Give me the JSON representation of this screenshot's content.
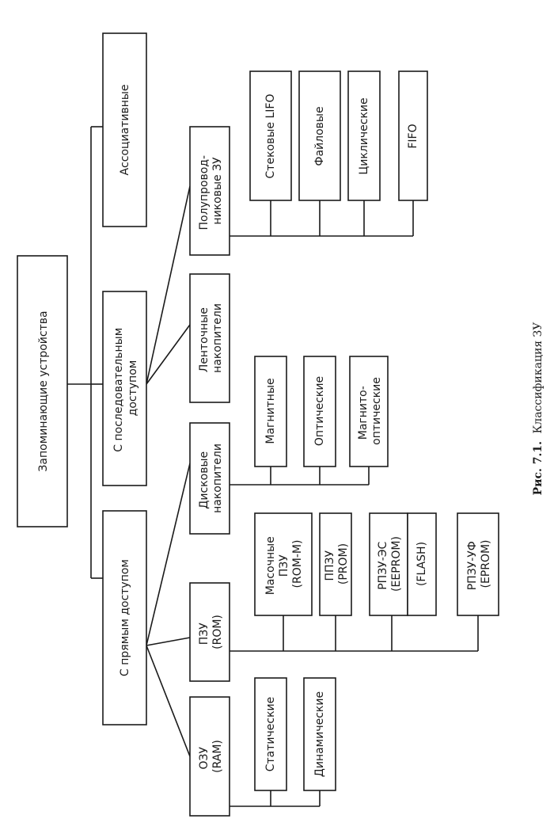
{
  "diagram": {
    "root": "Запоминающие устройства",
    "associative": "Ассоциативные",
    "sequential": [
      "С последовательным",
      "доступом"
    ],
    "direct": "С прямым доступом",
    "semiconductor": [
      "Полупровод-",
      "никовые ЗУ"
    ],
    "tape": [
      "Ленточные",
      "накопители"
    ],
    "disk": [
      "Дисковые",
      "накопители"
    ],
    "rom": [
      "ПЗУ",
      "(ROM)"
    ],
    "ram": [
      "ОЗУ",
      "(RAM)"
    ],
    "semi_types": {
      "lifo": "Стековые LIFO",
      "file": "Файловые",
      "cyclic": "Циклические",
      "fifo": "FIFO"
    },
    "disk_types": {
      "magnetic": "Магнитные",
      "optical": "Оптические",
      "magneto": [
        "Магнито-",
        "оптические"
      ]
    },
    "rom_types": {
      "mask": [
        "Масочные",
        "ПЗУ",
        "(ROM-M)"
      ],
      "prom": [
        "ППЗУ",
        "(PROM)"
      ],
      "eeprom": [
        "РПЗУ-ЭС",
        "(EEPROM)"
      ],
      "flash": "(FLASH)",
      "eprom": [
        "РПЗУ-УФ",
        "(EPROM)"
      ]
    },
    "ram_types": {
      "static": "Статические",
      "dynamic": "Динамические"
    }
  },
  "caption": {
    "label": "Рис. 7.1.",
    "text": "Классификация ЗУ"
  }
}
